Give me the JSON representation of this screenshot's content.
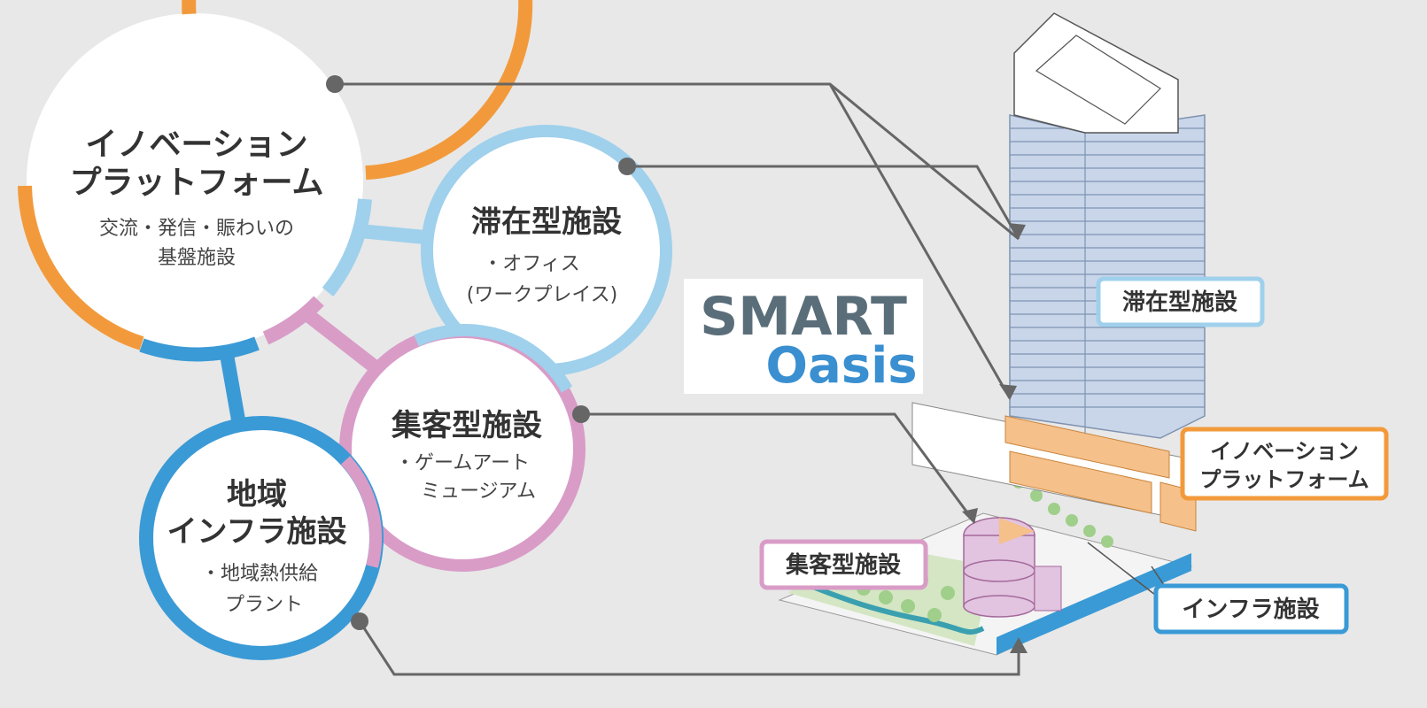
{
  "circles": {
    "innovation": {
      "title_line1": "イノベーション",
      "title_line2": "プラットフォーム",
      "sub_line1": "交流・発信・賑わいの",
      "sub_line2": "基盤施設"
    },
    "stay": {
      "title": "滞在型施設",
      "sub_line1": "・オフィス",
      "sub_line2": "(ワークプレイス)"
    },
    "visitor": {
      "title": "集客型施設",
      "sub_line1": "・ゲームアート",
      "sub_line2": "ミュージアム"
    },
    "infra": {
      "title_line1": "地域",
      "title_line2": "インフラ施設",
      "sub_line1": "・地域熱供給",
      "sub_line2": "プラント"
    }
  },
  "logo": {
    "line1": "SMART",
    "line2": "Oasis"
  },
  "building_labels": {
    "stay": "滞在型施設",
    "innovation_line1": "イノベーション",
    "innovation_line2": "プラットフォーム",
    "visitor": "集客型施設",
    "infra": "インフラ施設"
  },
  "colors": {
    "innovation": "#f29a3b",
    "stay": "#9fd0ec",
    "visitor": "#d99cc7",
    "infra": "#3a9ad6",
    "connector": "#666666",
    "tower": "#c9d6ea"
  }
}
